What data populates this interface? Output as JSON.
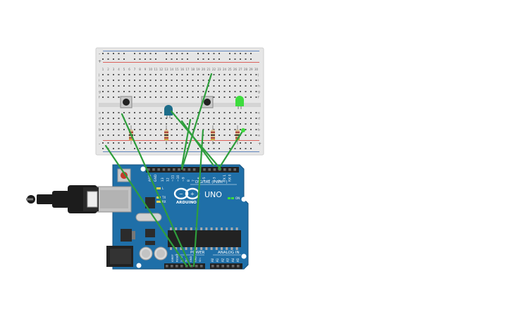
{
  "board": {
    "brand": "ARDUINO",
    "model": "UNO",
    "digital_label": "DIGITAL (PWM~)",
    "power_label": "POWER",
    "analog_label": "ANALOG IN",
    "on_label": "ON",
    "tx_label": "TX",
    "rx_label": "RX",
    "l_label": "L",
    "aref_label": "AREF",
    "gnd_label": "GND",
    "digital_pins": [
      "13",
      "12",
      "~11",
      "~10",
      "~9",
      "8",
      "7",
      "~6",
      "~5",
      "4",
      "~3",
      "2",
      "TX 1",
      "RX 0"
    ],
    "power_pins": [
      "IOREF",
      "RESET",
      "3.3V",
      "5V",
      "GND",
      "GND",
      "Vin"
    ],
    "analog_pins": [
      "A0",
      "A1",
      "A2",
      "A3",
      "A4",
      "A5"
    ]
  },
  "breadboard": {
    "rail_plus": "+",
    "rail_minus": "-",
    "row_letters_top": [
      "j",
      "i",
      "h",
      "g",
      "f"
    ],
    "row_letters_bottom": [
      "e",
      "d",
      "c",
      "b",
      "a"
    ],
    "column_numbers": [
      "1",
      "2",
      "3",
      "4",
      "5",
      "6",
      "7",
      "8",
      "9",
      "10",
      "11",
      "12",
      "13",
      "14",
      "15",
      "16",
      "17",
      "18",
      "19",
      "20",
      "21",
      "22",
      "23",
      "24",
      "25",
      "26",
      "27",
      "28",
      "29",
      "30"
    ]
  },
  "colors": {
    "board_blue": "#1f6fa8",
    "board_dark": "#15517d",
    "wire_green": "#2e9e3c",
    "led_green": "#3ddc3d",
    "led_blue": "#1d6d8a",
    "breadboard": "#e6e6e6",
    "rail_red": "#d9342b",
    "rail_blue": "#3566b0",
    "resistor_body": "#d6b98a"
  },
  "components": {
    "pushbuttons": 2,
    "leds": [
      "blue",
      "green"
    ],
    "resistors": 4
  }
}
